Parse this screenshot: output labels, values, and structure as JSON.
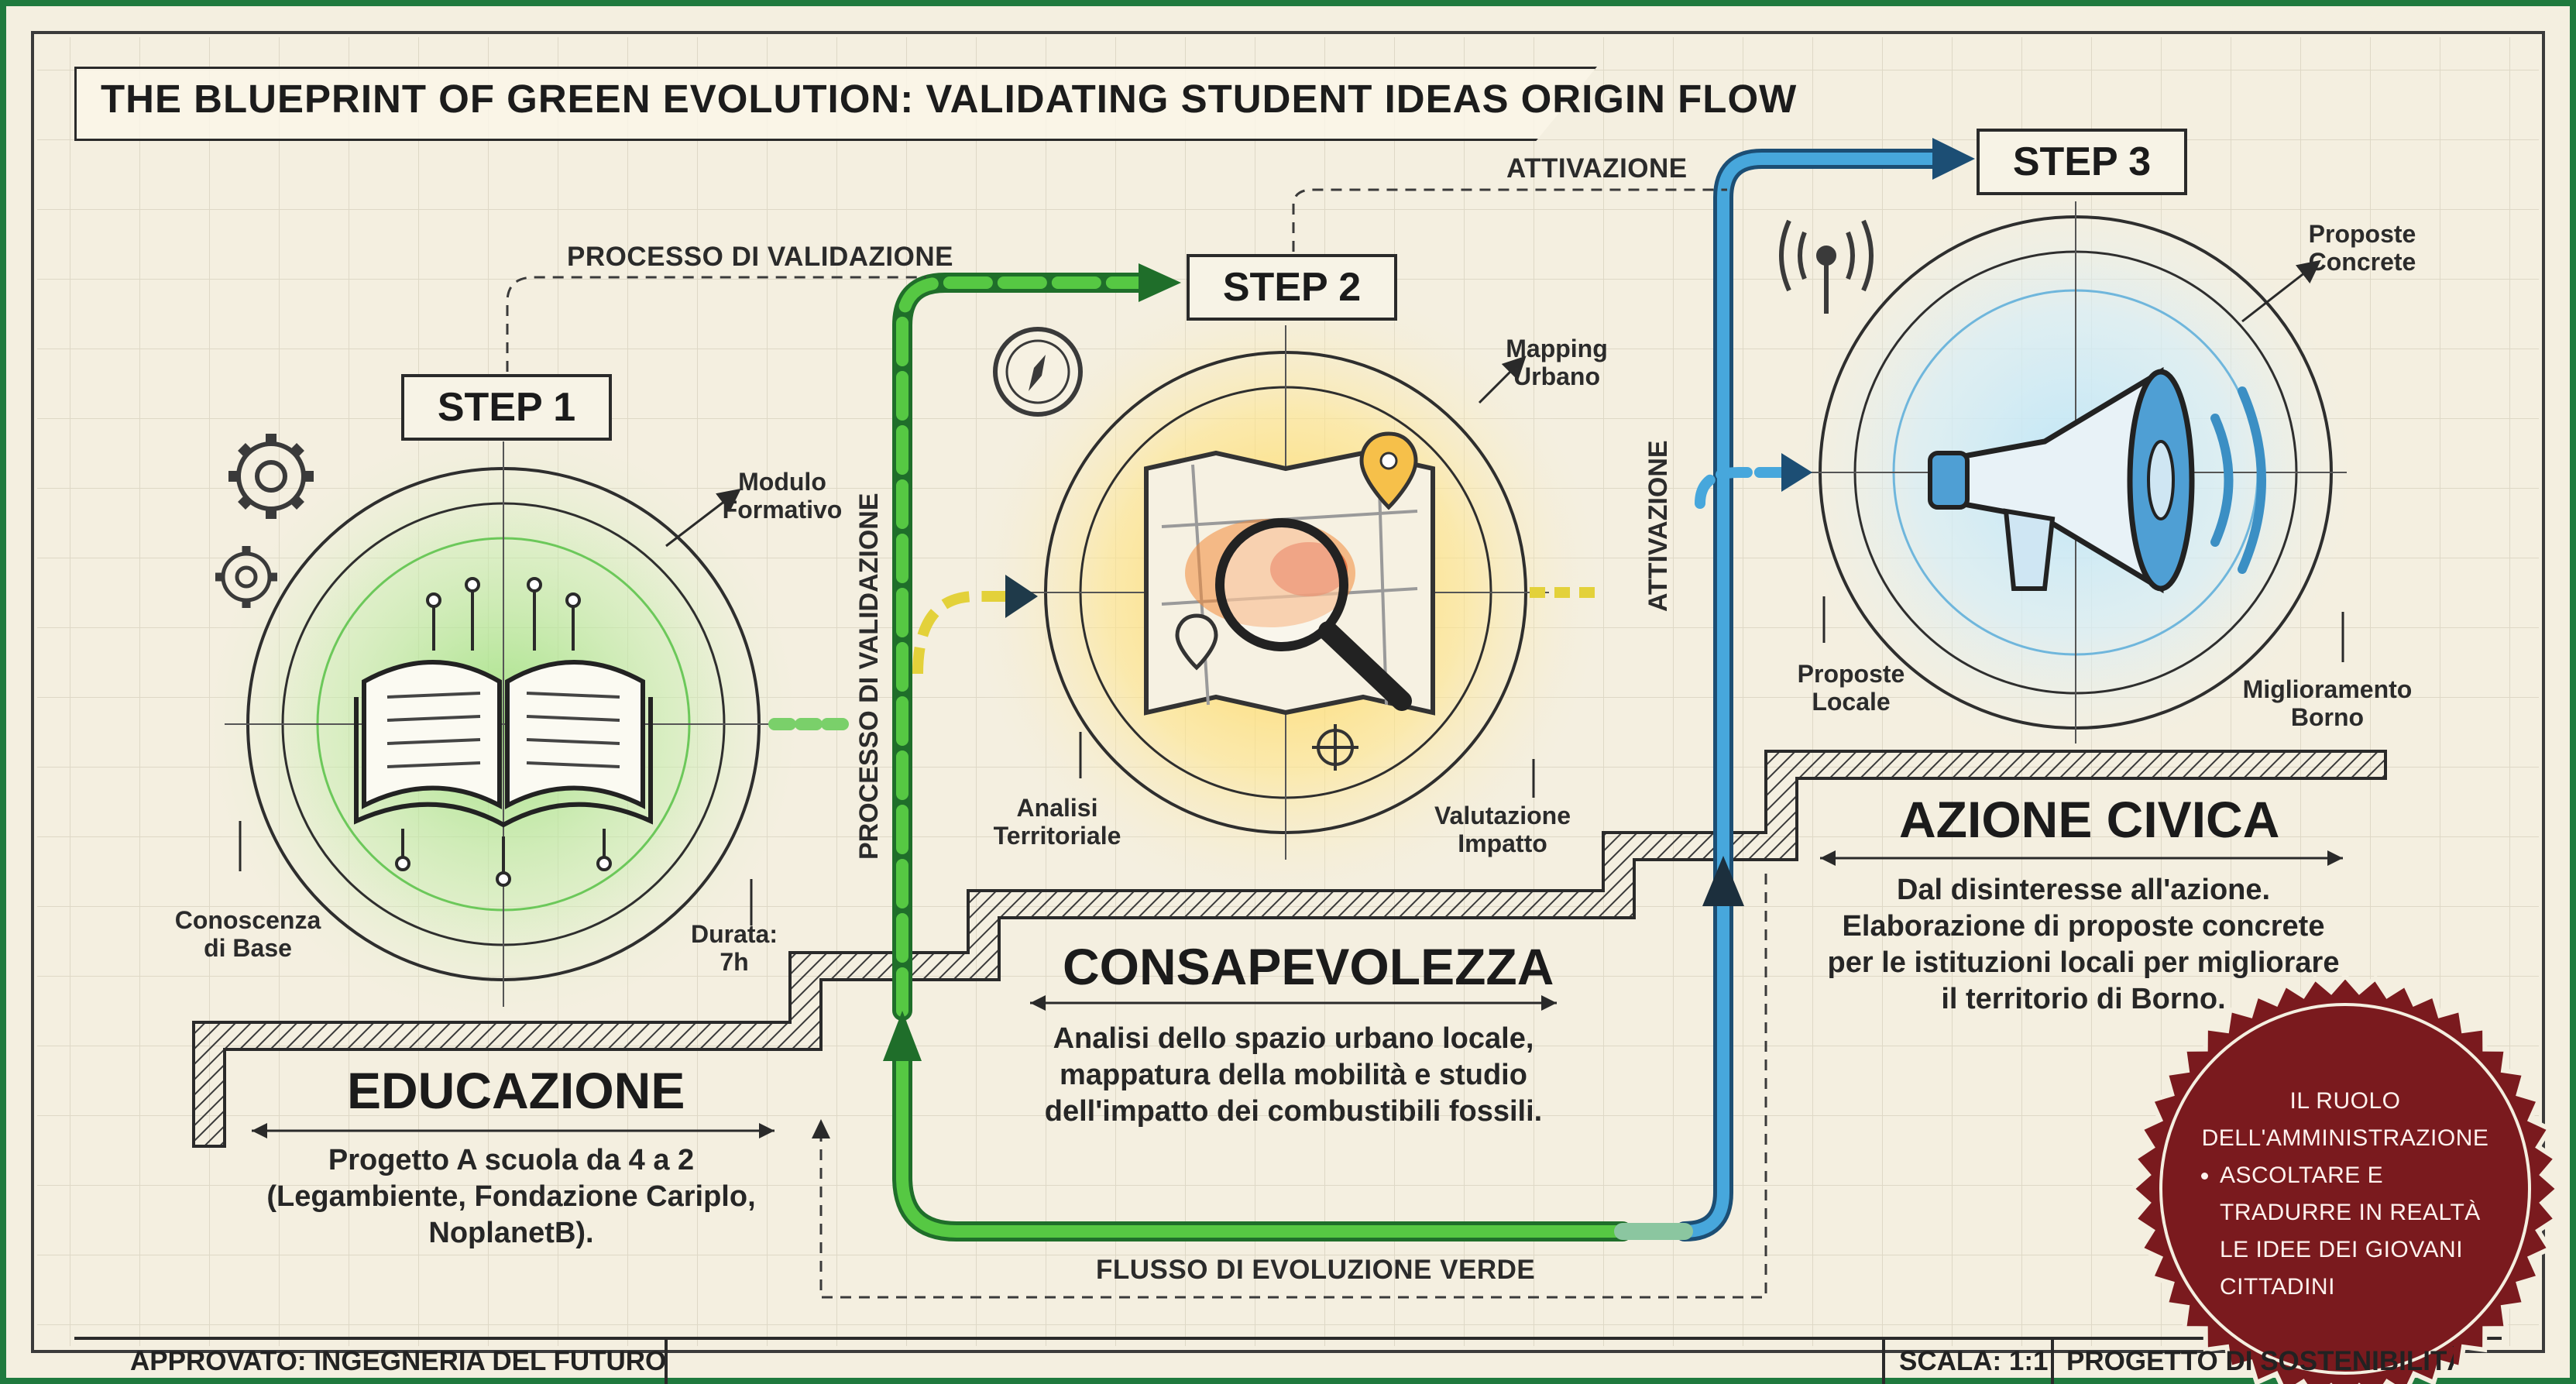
{
  "title": "THE BLUEPRINT OF GREEN EVOLUTION: VALIDATING STUDENT IDEAS ORIGIN FLOW",
  "steps": [
    {
      "label": "STEP 1"
    },
    {
      "label": "STEP 2"
    },
    {
      "label": "STEP 3"
    }
  ],
  "flow_labels": {
    "validation_top": "PROCESSO DI VALIDAZIONE",
    "validation_vertical": "PROCESSO DI VALIDAZIONE",
    "activation_top": "ATTIVAZIONE",
    "activation_vertical": "ATTIVAZIONE",
    "green_flow": "FLUSSO DI EVOLUZIONE VERDE"
  },
  "step1": {
    "heading": "EDUCAZIONE",
    "description": "Progetto A scuola da 4 a 2\n(Legambiente, Fondazione Cariplo,\nNoplanetB).",
    "callouts": {
      "modulo": "Modulo\nFormativo",
      "conoscenza": "Conoscenza\ndi Base",
      "durata": "Durata:\n7h"
    }
  },
  "step2": {
    "heading": "CONSAPEVOLEZZA",
    "description": "Analisi dello spazio urbano locale,\nmappatura della mobilità e studio\ndell'impatto dei combustibili fossili.",
    "callouts": {
      "mapping": "Mapping\nUrbano",
      "analisi": "Analisi\nTerritoriale",
      "valutazione": "Valutazione\nImpatto"
    }
  },
  "step3": {
    "heading": "AZIONE CIVICA",
    "description": "Dal disinteresse all'azione.\nElaborazione di proposte concrete\nper le istituzioni locali per migliorare\nil territorio di Borno.",
    "callouts": {
      "concrete": "Proposte\nConcrete",
      "locale": "Proposte\nLocale",
      "miglioramento": "Miglioramento\nBorno"
    }
  },
  "footer": {
    "approved": "APPROVATO: INGEGNERIA DEL FUTURO",
    "scale": "SCALA: 1:1",
    "project": "PROGETTO DI SOSTENIBILITÀ"
  },
  "seal": {
    "title": "IL RUOLO DELL'AMMINISTRAZIONE",
    "bullet": "ASCOLTARE E TRADURRE IN REALTÀ LE IDEE DEI GIOVANI CITTADINI"
  },
  "colors": {
    "background": "#f4efe0",
    "frame_green": "#1f7a3e",
    "flow_green": "#4cc43a",
    "flow_blue": "#3e9fd6",
    "flow_yellow": "#e6d43a",
    "seal": "#7a1a1e"
  }
}
